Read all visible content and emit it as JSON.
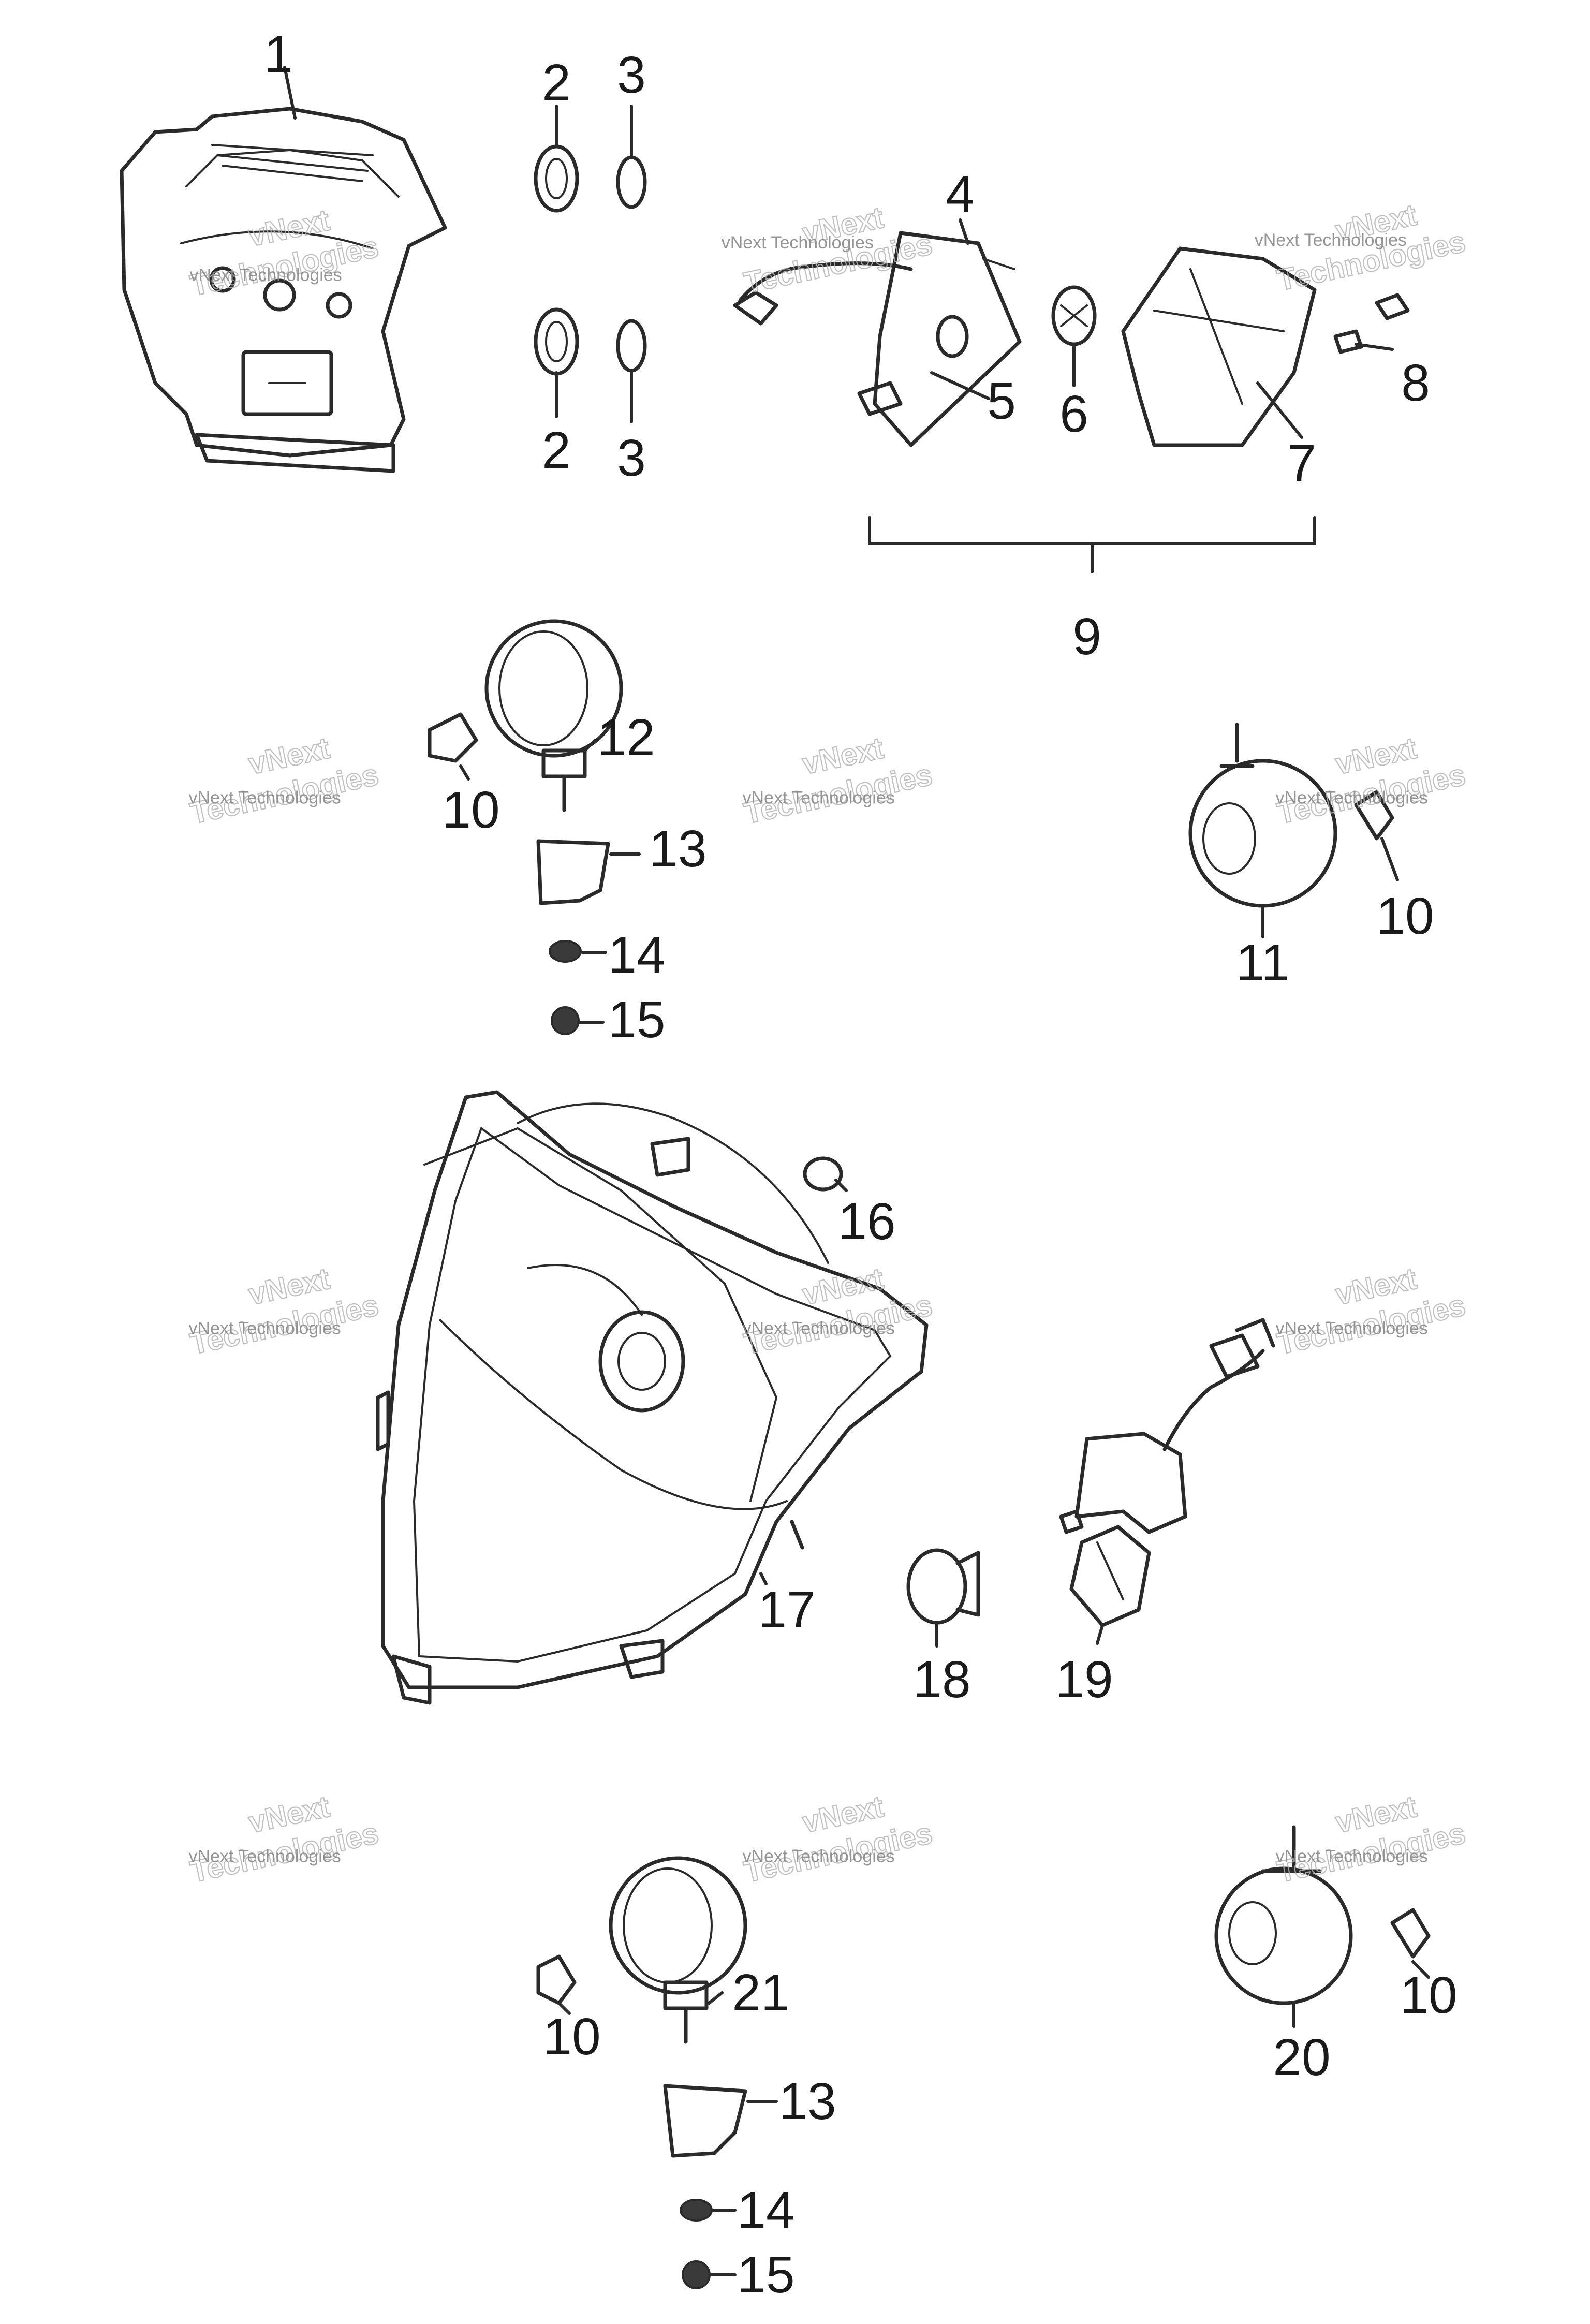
{
  "callouts": [
    "1",
    "2",
    "3",
    "4",
    "5",
    "6",
    "7",
    "8",
    "9",
    "10",
    "11",
    "12",
    "13",
    "14",
    "15",
    "16",
    "17",
    "18",
    "19",
    "20",
    "21"
  ],
  "watermark": {
    "small": "vNext Technologies",
    "big_line1": "vNext",
    "big_line2": "Technologies"
  }
}
